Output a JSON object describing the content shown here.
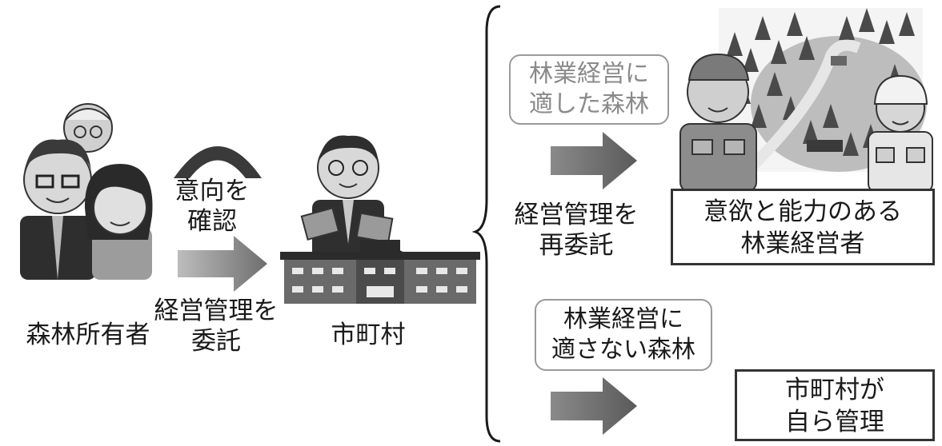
{
  "left": {
    "owners_label": "森林所有者",
    "confirm_label": "意向を\n確認",
    "entrust_label": "経営管理を\n委託",
    "municipality_label": "市町村"
  },
  "branch_suitable": {
    "tag": "林業経営に\n適した森林",
    "action": "経営管理を\n再委託",
    "result": "意欲と能力のある\n林業経営者"
  },
  "branch_unsuitable": {
    "tag": "林業経営に\n適さない森林",
    "result": "市町村が\n自ら管理"
  },
  "icons": [
    "owners-people-icon",
    "arc-icon",
    "arrow-icon",
    "official-icon",
    "town-hall-icon",
    "forest-icon",
    "forestry-workers-icon"
  ]
}
